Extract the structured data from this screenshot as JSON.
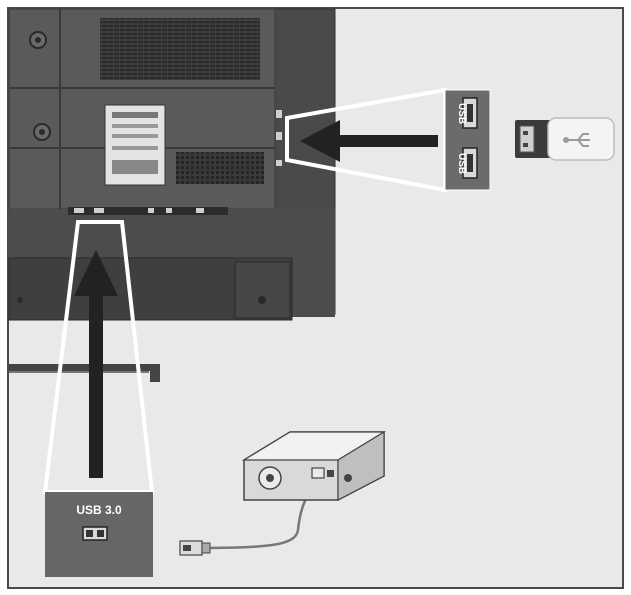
{
  "labels": {
    "usb_port_top": "USB",
    "usb_port_bottom": "USB",
    "usb3_label": "USB 3.0"
  },
  "colors": {
    "frame": "#4a4a4a",
    "background": "#e9e9e9",
    "tv_body": "#4f4f4f",
    "tv_dark": "#2f2f2f",
    "arrow": "#222222",
    "highlight_outline": "#ffffff"
  },
  "icons": {
    "usb_stick": "usb-stick-icon",
    "external_drive": "external-hard-drive-icon",
    "arrow": "arrow-icon"
  }
}
